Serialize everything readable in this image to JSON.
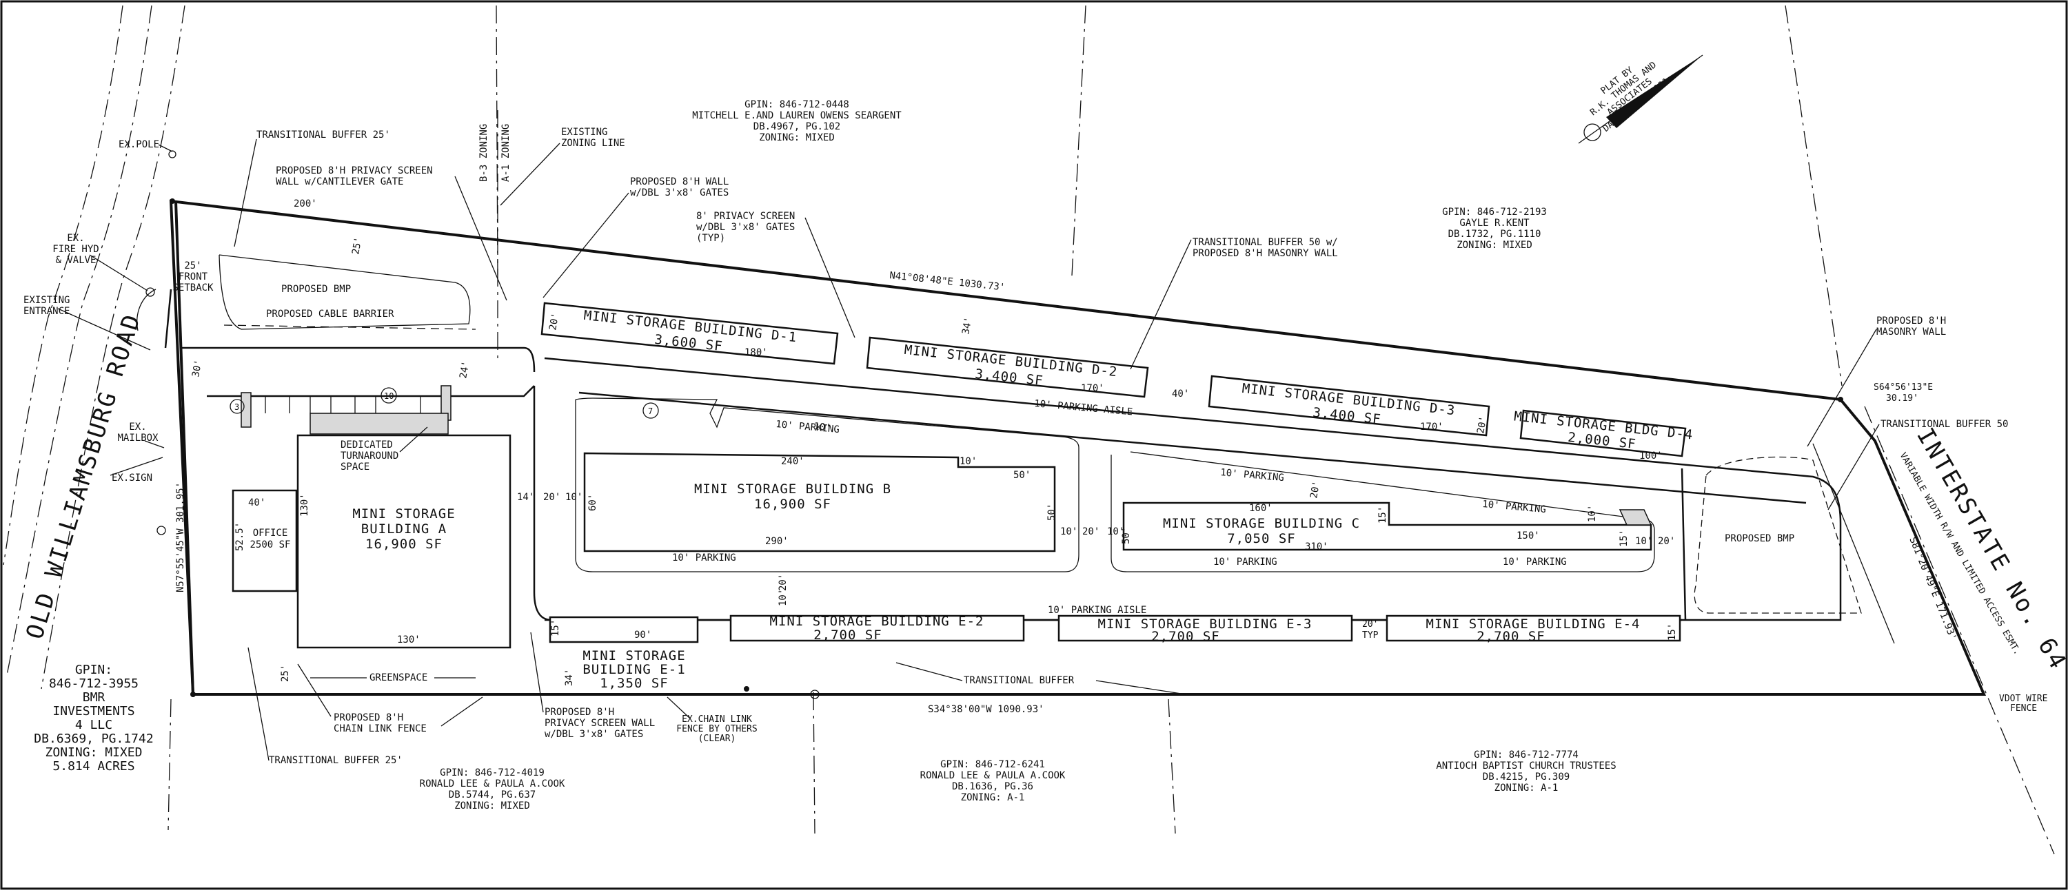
{
  "roads": {
    "left": "OLD WILLIAMSBURG ROAD",
    "right": "INTERSTATE No. 64",
    "right_sub": "VARIABLE WIDTH R/W AND LIMITED ACCESS ESMT."
  },
  "plat": [
    "PLAT BY",
    "R.K. THOMAS AND",
    "ASSOCIATES",
    "DATED 5-19-1991"
  ],
  "buildings": {
    "d1": [
      "MINI STORAGE BUILDING D-1",
      "3,600 SF"
    ],
    "d2": [
      "MINI STORAGE BUILDING D-2",
      "3,400 SF"
    ],
    "d3": [
      "MINI STORAGE BUILDING D-3",
      "3,400 SF"
    ],
    "d4": [
      "MINI STORAGE BLDG D-4",
      "2,000 SF"
    ],
    "a": [
      "MINI STORAGE",
      "BUILDING A",
      "16,900 SF"
    ],
    "b": [
      "MINI STORAGE BUILDING B",
      "16,900 SF"
    ],
    "c": [
      "MINI STORAGE BUILDING C",
      "7,050 SF"
    ],
    "e1": [
      "MINI STORAGE",
      "BUILDING E-1",
      "1,350 SF"
    ],
    "e2": [
      "MINI STORAGE BUILDING E-2",
      "2,700 SF"
    ],
    "e3": [
      "MINI STORAGE BUILDING E-3",
      "2,700 SF"
    ],
    "e4": [
      "MINI STORAGE BUILDING E-4",
      "2,700 SF"
    ],
    "office": [
      "OFFICE",
      "2500 SF"
    ]
  },
  "parcels": {
    "north": [
      "GPIN: 846-712-0448",
      "MITCHELL E.AND LAUREN OWENS SEARGENT",
      "DB.4967, PG.102",
      "ZONING: MIXED"
    ],
    "northeast": [
      "GPIN: 846-712-2193",
      "GAYLE R.KENT",
      "DB.1732, PG.1110",
      "ZONING: MIXED"
    ],
    "south1": [
      "GPIN: 846-712-4019",
      "RONALD LEE & PAULA A.COOK",
      "DB.5744, PG.637",
      "ZONING: MIXED"
    ],
    "south2": [
      "GPIN: 846-712-6241",
      "RONALD LEE & PAULA A.COOK",
      "DB.1636, PG.36",
      "ZONING: A-1"
    ],
    "south3": [
      "GPIN: 846-712-7774",
      "ANTIOCH BAPTIST CHURCH TRUSTEES",
      "DB.4215, PG.309",
      "ZONING: A-1"
    ],
    "site": [
      "GPIN:",
      "846-712-3955",
      "BMR",
      "INVESTMENTS",
      "4 LLC",
      "DB.6369, PG.1742",
      "ZONING: MIXED",
      "5.814 ACRES"
    ]
  },
  "bearings": {
    "north": "N41°08'48\"E   1030.73'",
    "south": "S34°38'00\"W   1090.93'",
    "west": "N57°55'45\"W   301.95'",
    "east_short": [
      "S64°56'13\"E",
      "30.19'"
    ],
    "east_long": "S81°20'49\"E 171.93'"
  },
  "callouts": {
    "ex_pole": "EX.POLE",
    "transitional_buffer_25_top": "TRANSITIONAL BUFFER 25'",
    "privacy_screen_cantilever": [
      "PROPOSED 8'H PRIVACY SCREEN",
      "WALL w/CANTILEVER GATE"
    ],
    "b3_zoning": "B-3 ZONING",
    "a1_zoning": "A-1 ZONING",
    "existing_zoning_line": [
      "EXISTING",
      "ZONING LINE"
    ],
    "proposed_wall_gates": [
      "PROPOSED 8'H WALL",
      "w/DBL 3'x8' GATES"
    ],
    "privacy_screen_typ": [
      "8' PRIVACY SCREEN",
      "w/DBL 3'x8' GATES",
      "(TYP)"
    ],
    "transitional_buffer_50_wall": [
      "TRANSITIONAL BUFFER 50 w/",
      "PROPOSED 8'H MASONRY WALL"
    ],
    "fire_hyd": [
      "EX.",
      "FIRE HYD",
      "& VALVE"
    ],
    "existing_entrance": [
      "EXISTING",
      "ENTRANCE"
    ],
    "front_setback": [
      "25'",
      "FRONT",
      "SETBACK"
    ],
    "proposed_bmp": "PROPOSED BMP",
    "cable_barrier": "PROPOSED CABLE BARRIER",
    "mailbox": [
      "EX.",
      "MAILBOX"
    ],
    "sign": "EX.SIGN",
    "turnaround": [
      "DEDICATED",
      "TURNAROUND",
      "SPACE"
    ],
    "parking_aisle": "10' PARKING AISLE",
    "parking": "10' PARKING",
    "greenspace": "GREENSPACE",
    "chain_link": [
      "PROPOSED 8'H",
      "CHAIN LINK FENCE"
    ],
    "transitional_buffer_25_bottom": "TRANSITIONAL BUFFER 25'",
    "privacy_screen_bottom": [
      "PROPOSED 8'H",
      "PRIVACY SCREEN WALL",
      "w/DBL 3'x8' GATES"
    ],
    "ex_chain_link": [
      "EX.CHAIN LINK",
      "FENCE BY OTHERS",
      "(CLEAR)"
    ],
    "transitional_buffer": "TRANSITIONAL BUFFER",
    "masonry_wall": [
      "PROPOSED 8'H",
      "MASONRY WALL"
    ],
    "transitional_buffer_50": "TRANSITIONAL BUFFER 50",
    "vdot_fence": [
      "VDOT WIRE",
      "FENCE"
    ],
    "proposed_bmp_east": "PROPOSED BMP"
  },
  "dims": {
    "d200": "200'",
    "d25": "25'",
    "d30": "30'",
    "d24": "24'",
    "d20": "20'",
    "d34": "34'",
    "d180": "180'",
    "d170": "170'",
    "d100": "100'",
    "d40": "40'",
    "d240": "240'",
    "d10": "10'",
    "d50": "50'",
    "d60": "60'",
    "d290": "290'",
    "d14": "14'",
    "d130": "130'",
    "d52": "52.5'",
    "d160": "160'",
    "d150": "150'",
    "d310": "310'",
    "d15": "15'",
    "d90": "90'",
    "d20typ": [
      "20'",
      "TYP"
    ],
    "n3": "3",
    "n10": "10",
    "n7": "7"
  }
}
